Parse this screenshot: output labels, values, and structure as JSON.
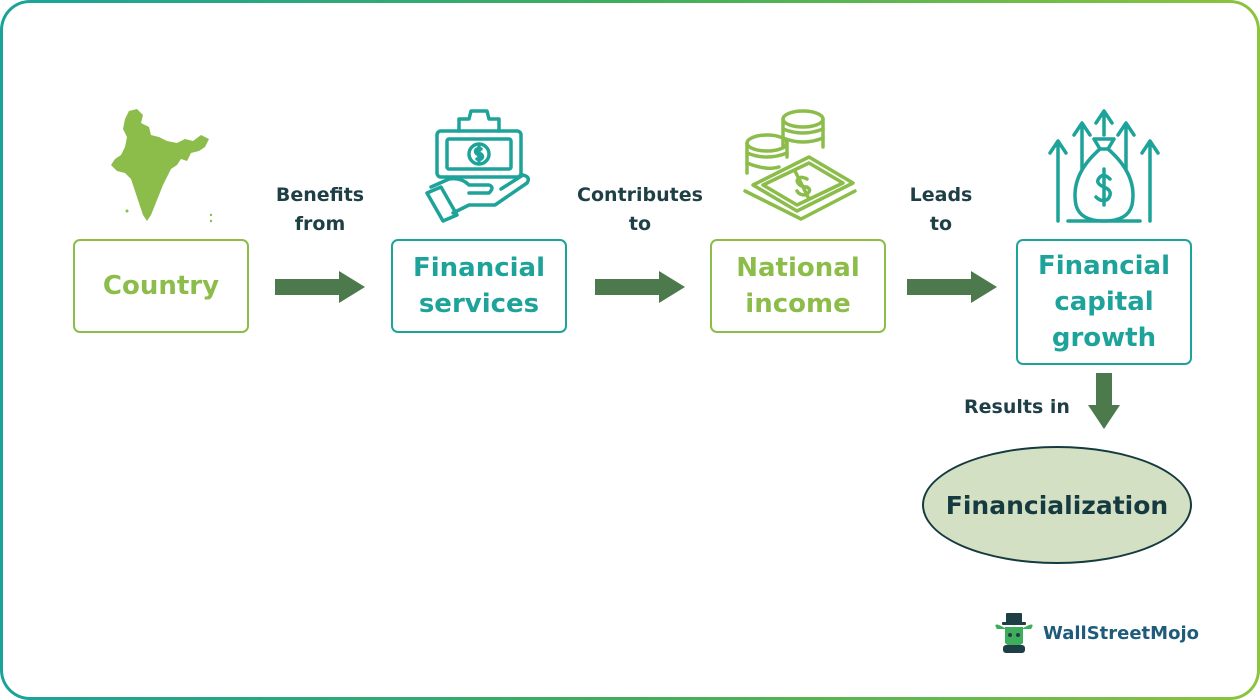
{
  "nodes": {
    "country": "Country",
    "financial_services": [
      "Financial",
      "services"
    ],
    "national_income": [
      "National",
      "income"
    ],
    "financial_capital_growth": [
      "Financial",
      "capital",
      "growth"
    ],
    "financialization": "Financialization"
  },
  "edges": {
    "benefits_from": [
      "Benefits",
      "from"
    ],
    "contributes_to": [
      "Contributes",
      "to"
    ],
    "leads_to": [
      "Leads",
      "to"
    ],
    "results_in": "Results in"
  },
  "brand": {
    "name": "WallStreetMojo"
  },
  "colors": {
    "green": "#8cbd4a",
    "teal": "#1ea39a",
    "arrow": "#4c7a4c",
    "dark": "#153a3f",
    "ellipse_fill": "#d3e0c3"
  },
  "icons": {
    "country": "india-map-icon",
    "financial_services": "hand-gear-money-icon",
    "national_income": "coins-banknote-icon",
    "financial_capital_growth": "money-bag-growth-icon"
  }
}
